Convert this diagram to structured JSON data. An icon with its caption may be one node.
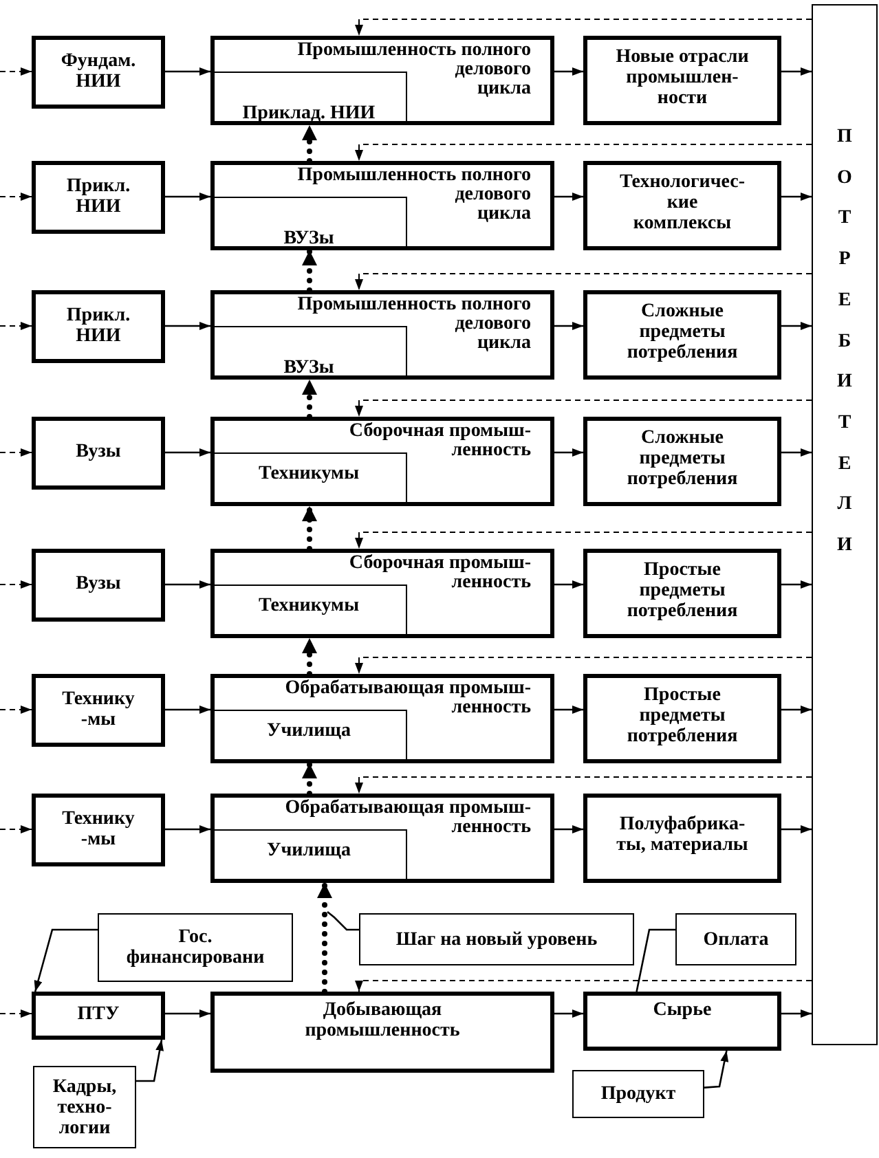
{
  "diagram": {
    "nodes": [
      {
        "text": [
          "Фундам. НИИ"
        ]
      },
      {
        "text": [
          "Промышленность полного делового цикла"
        ]
      },
      {
        "text": [
          "Приклад. НИИ"
        ],
        "in": 1
      },
      {
        "text": [
          "Новые отрасли промышлен- ности"
        ]
      },
      {
        "text": [
          "Прикл. НИИ"
        ]
      },
      {
        "text": [
          "Промышленность полного делового цикла"
        ]
      },
      {
        "text": [
          "ВУЗы"
        ],
        "in": 5
      },
      {
        "text": [
          "Технологичес- кие комплексы"
        ]
      },
      {
        "text": [
          "Прикл. НИИ"
        ]
      },
      {
        "text": [
          "Промышленность полного делового цикла"
        ]
      },
      {
        "text": [
          "ВУЗы"
        ],
        "in": 9
      },
      {
        "text": [
          "Сложные предметы потребления"
        ]
      },
      {
        "text": [
          "Вузы"
        ]
      },
      {
        "text": [
          "Сборочная промыш- ленность"
        ]
      },
      {
        "text": [
          "Техникумы"
        ],
        "in": 13
      },
      {
        "text": [
          "Сложные предметы потребления"
        ]
      },
      {
        "text": [
          "Вузы"
        ]
      },
      {
        "text": [
          "Сборочная промыш- ленность"
        ]
      },
      {
        "text": [
          "Техникумы"
        ],
        "in": 17
      },
      {
        "text": [
          "Простые предметы потребления"
        ]
      },
      {
        "text": [
          "Технику -мы"
        ]
      },
      {
        "text": [
          "Обрабатывающая промыш- ленность"
        ]
      },
      {
        "text": [
          "Училища"
        ],
        "in": 21
      },
      {
        "text": [
          "Простые предметы потребления"
        ]
      },
      {
        "text": [
          "Технику -мы"
        ]
      },
      {
        "text": [
          "Обрабатывающая промыш- ленность"
        ]
      },
      {
        "text": [
          "Училища"
        ],
        "in": 25
      },
      {
        "text": [
          "Полуфабрика- ты, материалы"
        ]
      },
      {
        "text": [
          "ПТУ"
        ]
      },
      {
        "text": [
          "Добывающая промышленность"
        ]
      },
      {
        "text": [
          "Сырье"
        ]
      },
      {
        "text": [
          "ПОТРЕБИТЕЛИ"
        ]
      },
      {
        "text": [
          "Гос. финансировани"
        ]
      },
      {
        "text": [
          "Шаг на новый уровень"
        ]
      },
      {
        "text": [
          "Оплата"
        ]
      },
      {
        "text": [
          "Кадры, техно- логии"
        ]
      },
      {
        "text": [
          "Продукт"
        ]
      }
    ],
    "edges": [
      {
        "from": null,
        "to": 0,
        "arrow": "to",
        "style": "dashed"
      },
      {
        "from": 0,
        "to": 1,
        "arrow": "to"
      },
      {
        "from": 1,
        "to": 3,
        "arrow": "to"
      },
      {
        "from": 3,
        "to": 31,
        "arrow": "to"
      },
      {
        "from": 31,
        "to": 1,
        "arrow": "to",
        "style": "dashed"
      },
      {
        "from": null,
        "to": 4,
        "arrow": "to",
        "style": "dashed"
      },
      {
        "from": 4,
        "to": 5,
        "arrow": "to"
      },
      {
        "from": 5,
        "to": 7,
        "arrow": "to"
      },
      {
        "from": 7,
        "to": 31,
        "arrow": "to"
      },
      {
        "from": 31,
        "to": 5,
        "arrow": "to",
        "style": "dashed"
      },
      {
        "from": null,
        "to": 8,
        "arrow": "to",
        "style": "dashed"
      },
      {
        "from": 8,
        "to": 9,
        "arrow": "to"
      },
      {
        "from": 9,
        "to": 11,
        "arrow": "to"
      },
      {
        "from": 11,
        "to": 31,
        "arrow": "to"
      },
      {
        "from": 31,
        "to": 9,
        "arrow": "to",
        "style": "dashed"
      },
      {
        "from": null,
        "to": 12,
        "arrow": "to",
        "style": "dashed"
      },
      {
        "from": 12,
        "to": 13,
        "arrow": "to"
      },
      {
        "from": 13,
        "to": 15,
        "arrow": "to"
      },
      {
        "from": 15,
        "to": 31,
        "arrow": "to"
      },
      {
        "from": 31,
        "to": 13,
        "arrow": "to",
        "style": "dashed"
      },
      {
        "from": null,
        "to": 16,
        "arrow": "to",
        "style": "dashed"
      },
      {
        "from": 16,
        "to": 17,
        "arrow": "to"
      },
      {
        "from": 17,
        "to": 19,
        "arrow": "to"
      },
      {
        "from": 19,
        "to": 31,
        "arrow": "to"
      },
      {
        "from": 31,
        "to": 17,
        "arrow": "to",
        "style": "dashed"
      },
      {
        "from": null,
        "to": 20,
        "arrow": "to",
        "style": "dashed"
      },
      {
        "from": 20,
        "to": 21,
        "arrow": "to"
      },
      {
        "from": 21,
        "to": 23,
        "arrow": "to"
      },
      {
        "from": 23,
        "to": 31,
        "arrow": "to"
      },
      {
        "from": 31,
        "to": 21,
        "arrow": "to",
        "style": "dashed"
      },
      {
        "from": null,
        "to": 24,
        "arrow": "to",
        "style": "dashed"
      },
      {
        "from": 24,
        "to": 25,
        "arrow": "to"
      },
      {
        "from": 25,
        "to": 27,
        "arrow": "to"
      },
      {
        "from": 27,
        "to": 31,
        "arrow": "to"
      },
      {
        "from": 31,
        "to": 25,
        "arrow": "to",
        "style": "dashed"
      },
      {
        "from": null,
        "to": 28,
        "arrow": "to",
        "style": "dashed"
      },
      {
        "from": 28,
        "to": 29,
        "arrow": "to"
      },
      {
        "from": 29,
        "to": 30,
        "arrow": "to"
      },
      {
        "from": 30,
        "to": 31,
        "arrow": "to"
      },
      {
        "from": 31,
        "to": 29,
        "arrow": "to",
        "style": "dashed"
      },
      {
        "from": 5,
        "to": 2,
        "arrow": "to",
        "style": "dashed"
      },
      {
        "from": 9,
        "to": 6,
        "arrow": "to",
        "style": "dashed"
      },
      {
        "from": 13,
        "to": 10,
        "arrow": "to",
        "style": "dashed"
      },
      {
        "from": 17,
        "to": 14,
        "arrow": "to",
        "style": "dashed"
      },
      {
        "from": 21,
        "to": 18,
        "arrow": "to",
        "style": "dashed"
      },
      {
        "from": 25,
        "to": 22,
        "arrow": "to",
        "style": "dashed"
      },
      {
        "from": 29,
        "to": 26,
        "arrow": "to",
        "style": "dashed"
      },
      {
        "from": 32,
        "to": 28,
        "arrow": "to"
      },
      {
        "from": 33,
        "to": null,
        "arrow": "none"
      },
      {
        "from": 34,
        "to": 30,
        "arrow": "none"
      },
      {
        "from": 35,
        "to": 28,
        "arrow": "to"
      },
      {
        "from": 36,
        "to": 30,
        "arrow": "to"
      }
    ]
  }
}
